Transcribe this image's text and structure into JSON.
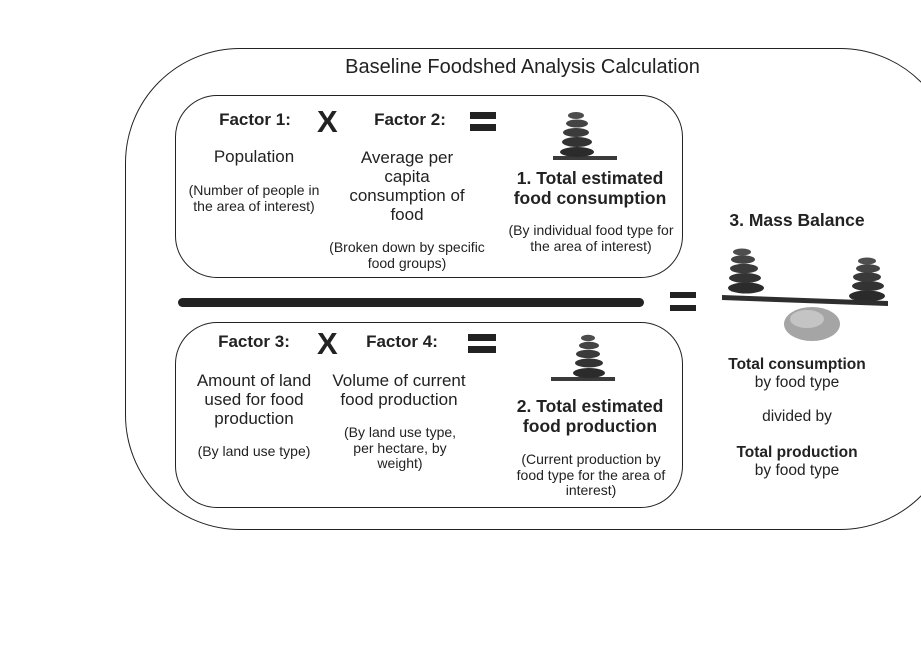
{
  "title": "Baseline Foodshed Analysis Calculation",
  "consumption_row": {
    "factor1": {
      "label": "Factor 1:",
      "name": "Population",
      "note": "(Number of people in the area of interest)"
    },
    "operator_multiply": "X",
    "factor2": {
      "label": "Factor 2:",
      "name": "Average per capita consumption of food",
      "note": "(Broken down by specific food groups)"
    },
    "result": {
      "name": "1. Total estimated food consumption",
      "note": "(By individual food type for the area of interest)"
    }
  },
  "production_row": {
    "factor3": {
      "label": "Factor 3:",
      "name": "Amount of land used for food production",
      "note": "(By land use type)"
    },
    "operator_multiply": "X",
    "factor4": {
      "label": "Factor 4:",
      "name": "Volume of current food production",
      "note": "(By land use type, per hectare, by weight)"
    },
    "result": {
      "name": "2. Total estimated food production",
      "note": "(Current production by food type for the area of interest)"
    }
  },
  "mass_balance": {
    "heading": "3. Mass Balance",
    "line1_bold": "Total consumption",
    "line1_rest": "by food type",
    "divider_text": "divided by",
    "line2_bold": "Total production",
    "line2_rest": "by food type"
  }
}
